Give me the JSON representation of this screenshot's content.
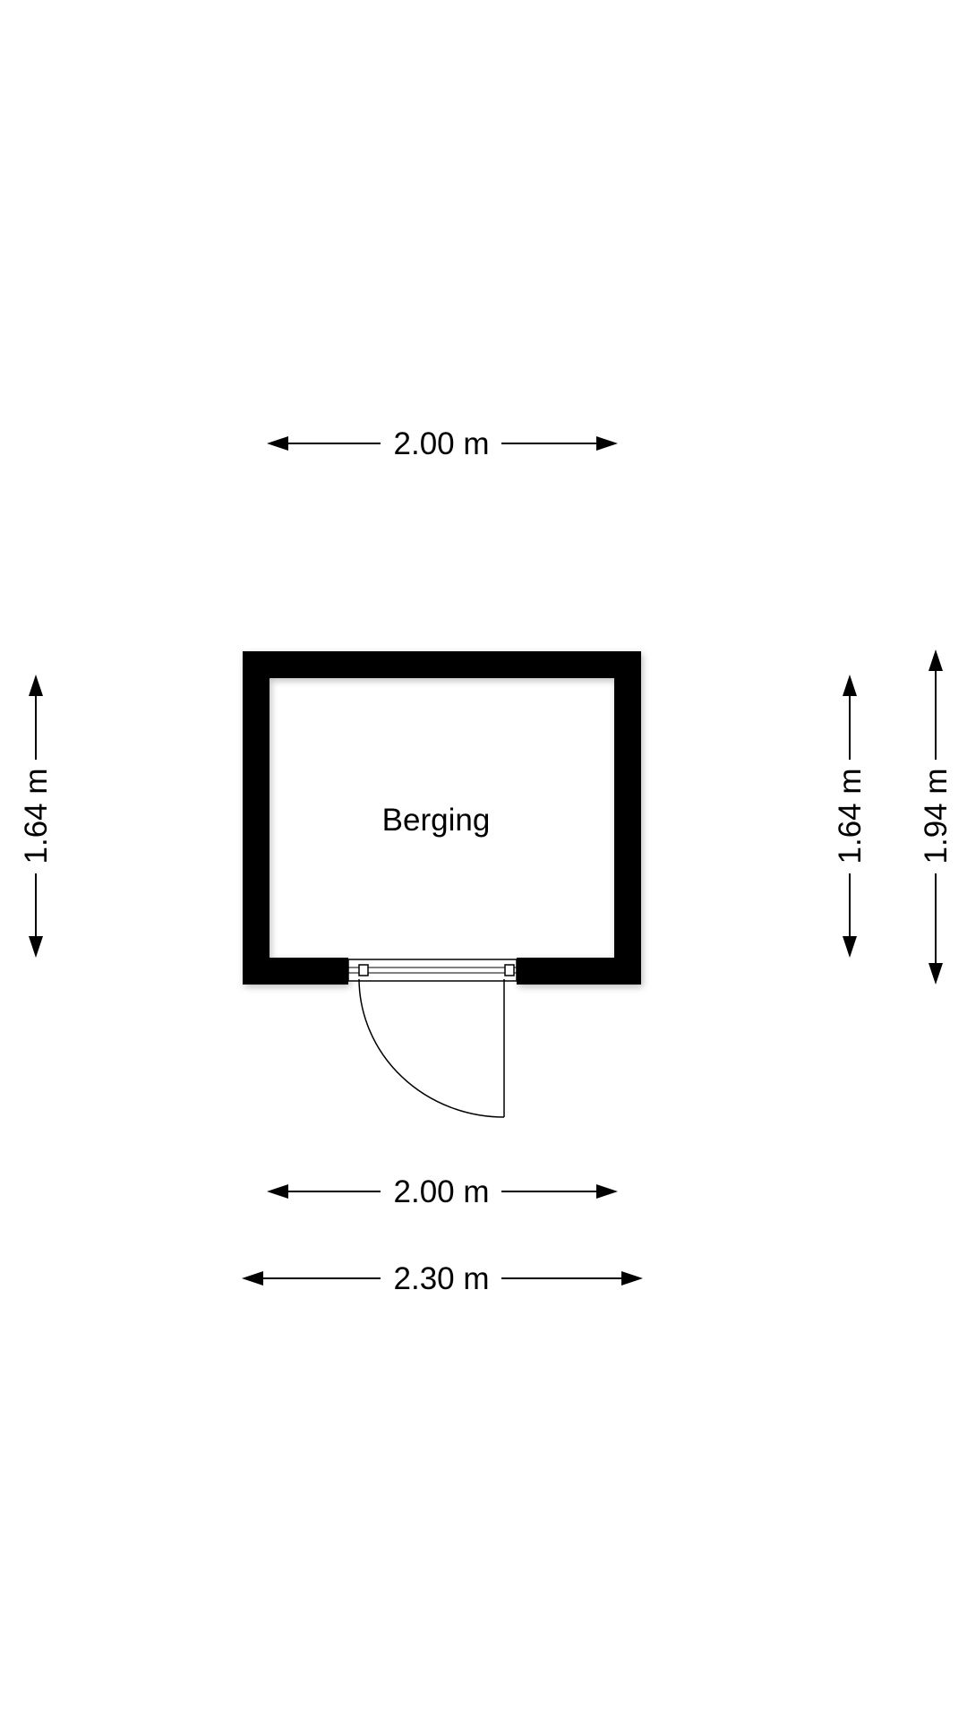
{
  "room": {
    "label": "Berging"
  },
  "dimensions": {
    "top_width": "2.00 m",
    "bottom_inner_width": "2.00 m",
    "bottom_outer_width": "2.30 m",
    "left_height": "1.64 m",
    "right_inner_height": "1.64 m",
    "right_outer_height": "1.94 m"
  },
  "colors": {
    "wall": "#000000",
    "background": "#ffffff",
    "text": "#000000"
  }
}
